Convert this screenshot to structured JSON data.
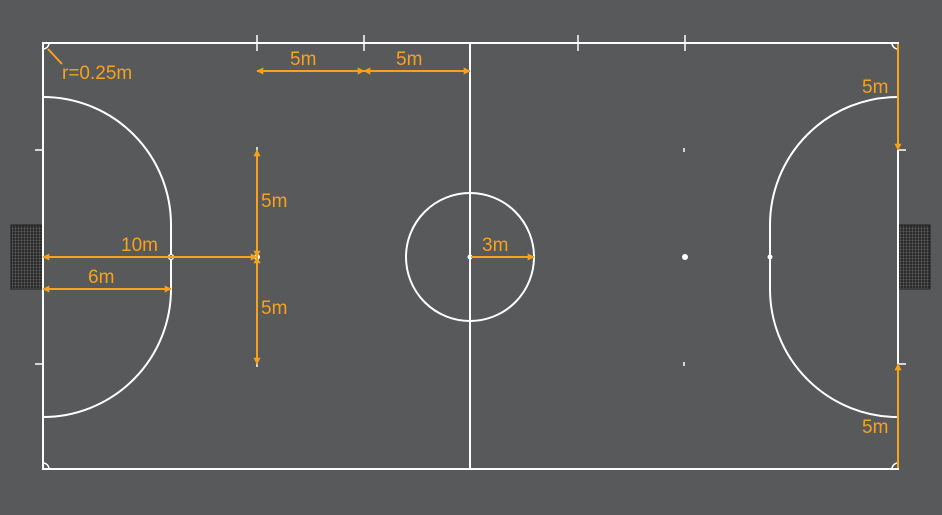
{
  "labels": {
    "corner_radius": "r=0.25m",
    "sub_zone_1": "5m",
    "sub_zone_2": "5m",
    "right_top": "5m",
    "spot_up": "5m",
    "spot_down": "5m",
    "second_penalty": "10m",
    "penalty_mark": "6m",
    "center_radius": "3m",
    "right_bottom": "5m"
  },
  "colors": {
    "background": "#58595b",
    "lines": "#ffffff",
    "dimensions": "#f7a21b"
  },
  "icons": [
    "goal-net-icon",
    "arrow-icon"
  ]
}
